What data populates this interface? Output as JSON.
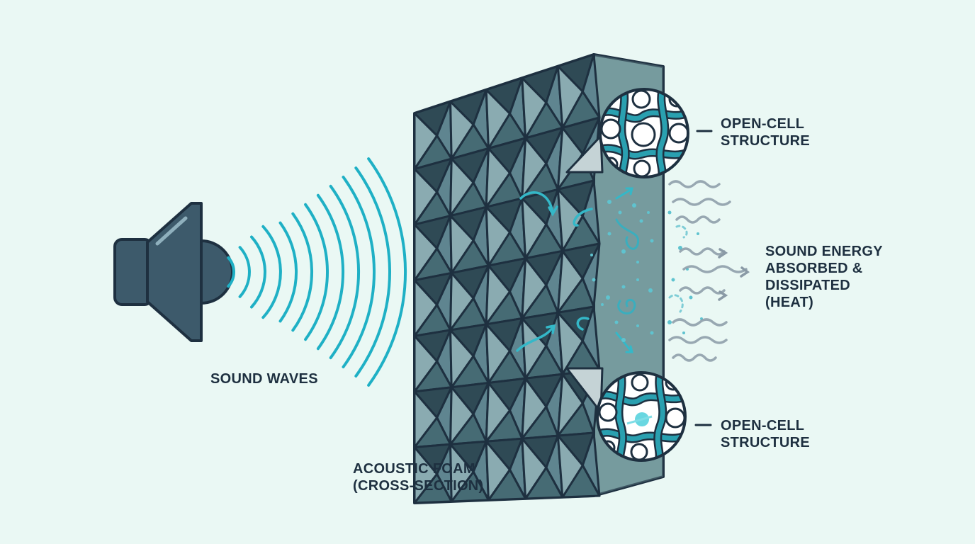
{
  "labels": {
    "sound_waves": "SOUND WAVES",
    "foam": [
      "ACOUSTIC FOAM",
      "(CROSS-SECTION)"
    ],
    "open_cell_top": [
      "OPEN-CELL",
      "STRUCTURE"
    ],
    "open_cell_bottom": [
      "OPEN-CELL",
      "STRUCTURE"
    ],
    "absorbed": [
      "SOUND ENERGY",
      "ABSORBED &",
      "DISSIPATED",
      "(HEAT)"
    ]
  },
  "colors": {
    "background": "#eaf8f4",
    "outline": "#1e3040",
    "speaker_fill": "#3d5a6b",
    "foam_dark": "#3a5660",
    "foam_mid": "#5f8590",
    "foam_light": "#8aabb1",
    "foam_side": "#6a8e92",
    "wave_cyan": "#1fb0c5",
    "cell_strand": "#2aa0b0"
  },
  "icons": {
    "speaker": "speaker-icon",
    "zoom_top": "magnifier-circle-icon",
    "zoom_bottom": "magnifier-circle-icon"
  }
}
